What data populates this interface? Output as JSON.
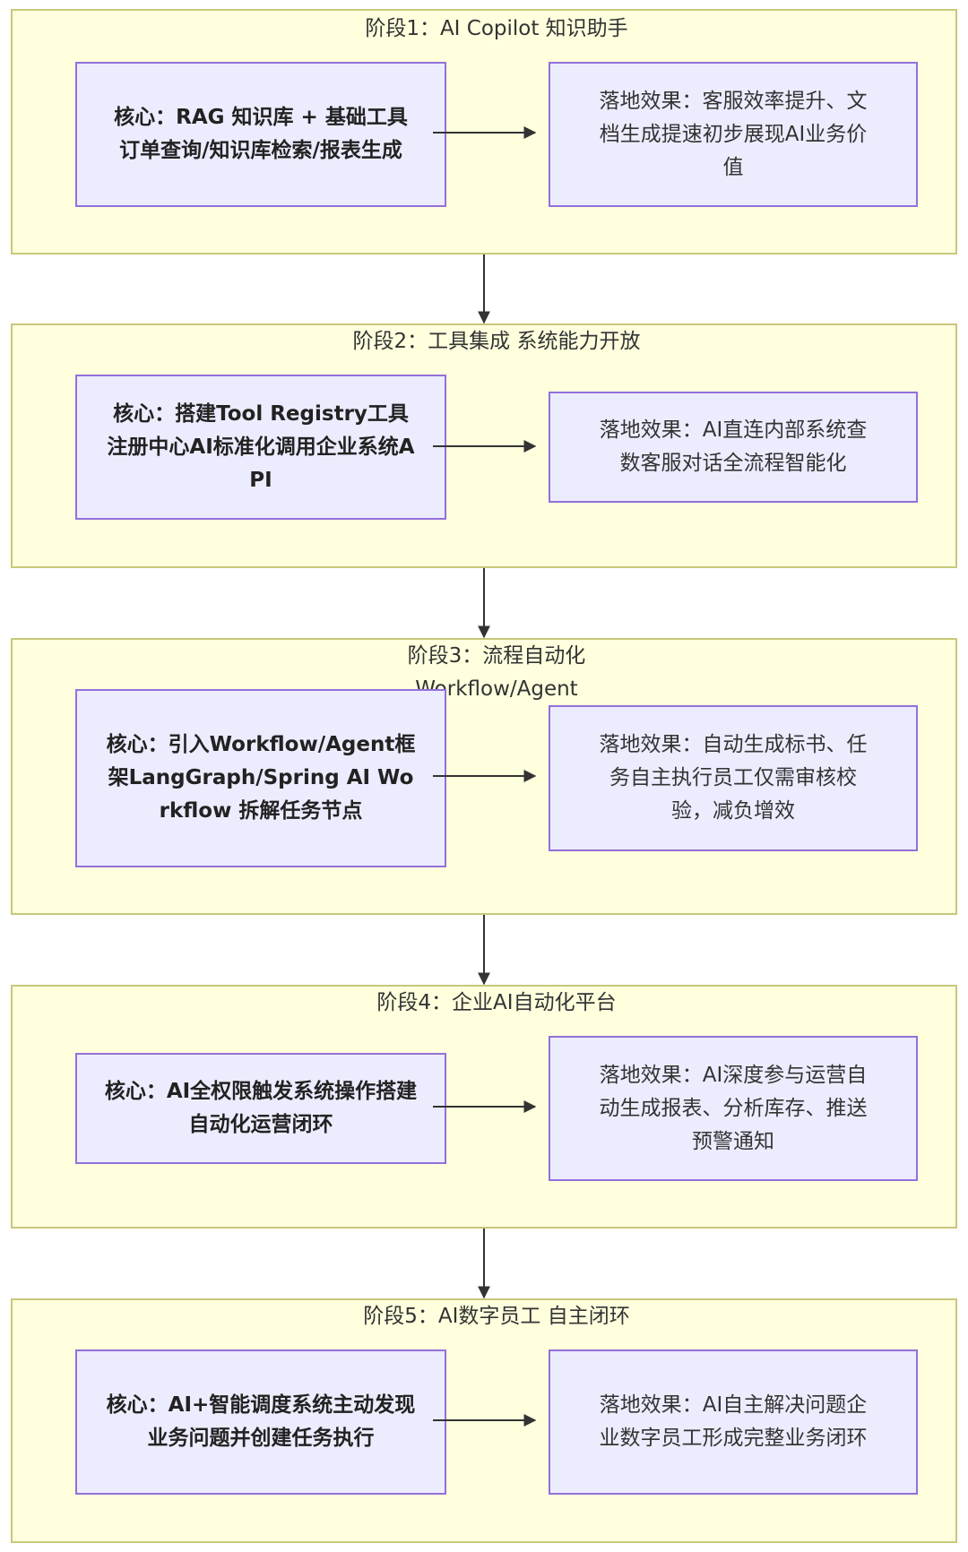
{
  "stages": [
    {
      "title": "阶段1：AI Copilot 知识助手",
      "core": "核心：RAG 知识库 + 基础工具订单查询/知识库检索/报表生成",
      "effect": "落地效果：客服效率提升、文档生成提速初步展现AI业务价值"
    },
    {
      "title": "阶段2：工具集成 系统能力开放",
      "core": "核心：搭建Tool Registry工具注册中心AI标准化调用企业系统API",
      "effect": "落地效果：AI直连内部系统查数客服对话全流程智能化"
    },
    {
      "title": "阶段3：流程自动化 Workflow/Agent",
      "core": "核心：引入Workflow/Agent框架LangGraph/Spring AI Workflow 拆解任务节点",
      "effect": "落地效果：自动生成标书、任务自主执行员工仅需审核校验，减负增效"
    },
    {
      "title": "阶段4：企业AI自动化平台",
      "core": "核心：AI全权限触发系统操作搭建自动化运营闭环",
      "effect": "落地效果：AI深度参与运营自动生成报表、分析库存、推送预警通知"
    },
    {
      "title": "阶段5：AI数字员工 自主闭环",
      "core": "核心：AI+智能调度系统主动发现业务问题并创建任务执行",
      "effect": "落地效果：AI自主解决问题企业数字员工形成完整业务闭环"
    }
  ],
  "colors": {
    "stage_fill": "#ffffde",
    "stage_border": "#c8c87a",
    "node_fill": "#ececff",
    "node_border": "#9370db",
    "arrow": "#333333"
  }
}
